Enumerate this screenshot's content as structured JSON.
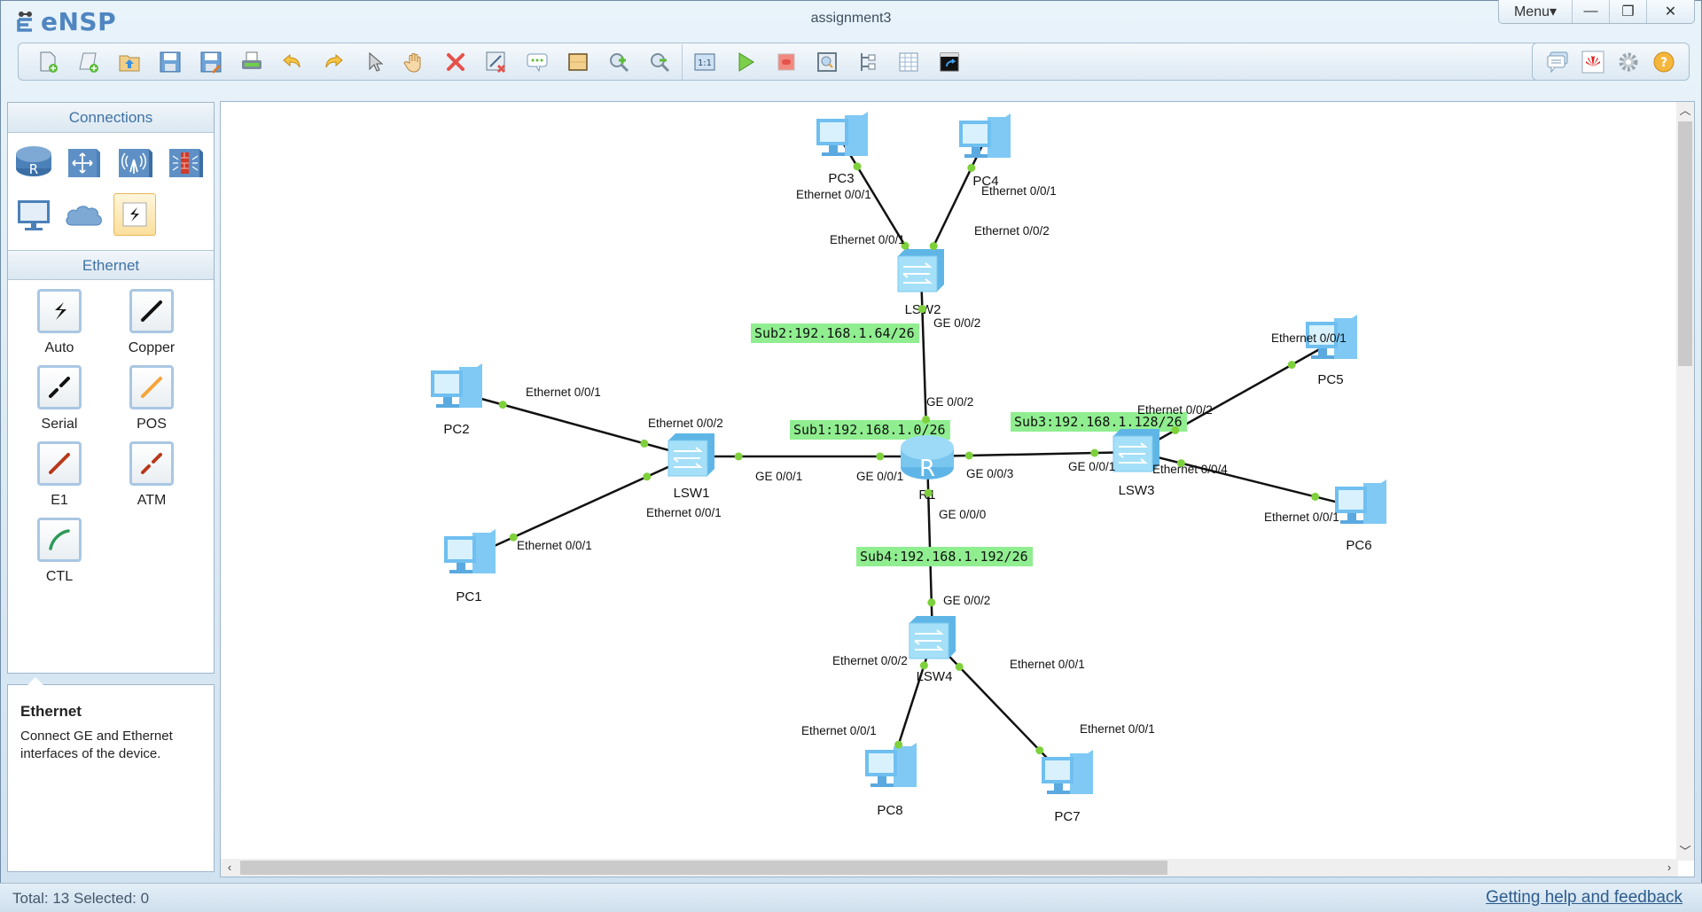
{
  "app": {
    "logo_text": "eNSP",
    "title": "assignment3",
    "window_controls": {
      "menu_label": "Menu▾",
      "minimize": "—",
      "restore": "❐",
      "close": "✕"
    }
  },
  "toolbar": {
    "buttons": [
      {
        "name": "new-topology",
        "icon": "new-topology-icon"
      },
      {
        "name": "new-example",
        "icon": "new-example-icon"
      },
      {
        "name": "open",
        "icon": "open-folder-icon"
      },
      {
        "name": "save",
        "icon": "save-icon"
      },
      {
        "name": "save-as",
        "icon": "save-as-icon"
      },
      {
        "name": "print",
        "icon": "print-icon"
      },
      {
        "name": "undo",
        "icon": "undo-icon"
      },
      {
        "name": "redo",
        "icon": "redo-icon"
      },
      {
        "name": "select",
        "icon": "pointer-icon"
      },
      {
        "name": "drag",
        "icon": "hand-icon"
      },
      {
        "name": "delete",
        "icon": "delete-icon"
      },
      {
        "name": "delete-all-links",
        "icon": "delete-link-icon"
      },
      {
        "name": "text",
        "icon": "text-comment-icon"
      },
      {
        "name": "palette",
        "icon": "palette-icon"
      },
      {
        "name": "zoom-in",
        "icon": "zoom-in-icon"
      },
      {
        "name": "zoom-out",
        "icon": "zoom-out-icon"
      },
      {
        "name": "actual-size",
        "icon": "actual-size-icon"
      },
      {
        "name": "start-device",
        "icon": "play-icon"
      },
      {
        "name": "stop-device",
        "icon": "stop-icon"
      },
      {
        "name": "capture",
        "icon": "capture-icon"
      },
      {
        "name": "topology",
        "icon": "topology-icon"
      },
      {
        "name": "grid",
        "icon": "grid-icon"
      },
      {
        "name": "command-line",
        "icon": "cli-icon"
      }
    ],
    "right_buttons": [
      {
        "name": "feedback",
        "icon": "chat-icon"
      },
      {
        "name": "huawei",
        "icon": "huawei-logo-icon"
      },
      {
        "name": "settings",
        "icon": "gear-icon"
      },
      {
        "name": "help",
        "icon": "help-icon"
      }
    ]
  },
  "sidebar": {
    "devices_header": "Connections",
    "device_types": [
      {
        "name": "router",
        "icon": "router-icon"
      },
      {
        "name": "switch",
        "icon": "switch-icon"
      },
      {
        "name": "wlan",
        "icon": "wireless-icon"
      },
      {
        "name": "firewall",
        "icon": "firewall-icon"
      },
      {
        "name": "end-device",
        "icon": "pc-icon"
      },
      {
        "name": "cloud",
        "icon": "cloud-icon"
      },
      {
        "name": "connections",
        "icon": "connection-icon",
        "selected": true
      }
    ],
    "cables_header": "Ethernet",
    "cables": [
      {
        "label": "Auto",
        "color": "#111111",
        "style": "auto"
      },
      {
        "label": "Copper",
        "color": "#111111",
        "style": "solid"
      },
      {
        "label": "Serial",
        "color": "#111111",
        "style": "dashed"
      },
      {
        "label": "POS",
        "color": "#f7a43a",
        "style": "solid"
      },
      {
        "label": "E1",
        "color": "#b8391a",
        "style": "solid"
      },
      {
        "label": "ATM",
        "color": "#b8391a",
        "style": "dashed"
      },
      {
        "label": "CTL",
        "color": "#2e9a5a",
        "style": "curve"
      }
    ]
  },
  "info_panel": {
    "title": "Ethernet",
    "description": "Connect GE and Ethernet interfaces of the device."
  },
  "topology": {
    "devices": [
      {
        "id": "R1",
        "label": "R1",
        "type": "router"
      },
      {
        "id": "LSW1",
        "label": "LSW1",
        "type": "switch"
      },
      {
        "id": "LSW2",
        "label": "LSW2",
        "type": "switch"
      },
      {
        "id": "LSW3",
        "label": "LSW3",
        "type": "switch"
      },
      {
        "id": "LSW4",
        "label": "LSW4",
        "type": "switch"
      },
      {
        "id": "PC1",
        "label": "PC1",
        "type": "pc"
      },
      {
        "id": "PC2",
        "label": "PC2",
        "type": "pc"
      },
      {
        "id": "PC3",
        "label": "PC3",
        "type": "pc"
      },
      {
        "id": "PC4",
        "label": "PC4",
        "type": "pc"
      },
      {
        "id": "PC5",
        "label": "PC5",
        "type": "pc"
      },
      {
        "id": "PC6",
        "label": "PC6",
        "type": "pc"
      },
      {
        "id": "PC7",
        "label": "PC7",
        "type": "pc"
      },
      {
        "id": "PC8",
        "label": "PC8",
        "type": "pc"
      }
    ],
    "links": [
      {
        "a": "R1",
        "a_port": "GE 0/0/1",
        "b": "LSW1",
        "b_port": "GE 0/0/1"
      },
      {
        "a": "R1",
        "a_port": "GE 0/0/2",
        "b": "LSW2",
        "b_port": "GE 0/0/2"
      },
      {
        "a": "R1",
        "a_port": "GE 0/0/3",
        "b": "LSW3",
        "b_port": "GE 0/0/1"
      },
      {
        "a": "R1",
        "a_port": "GE 0/0/0",
        "b": "LSW4",
        "b_port": "GE 0/0/2"
      },
      {
        "a": "LSW1",
        "a_port": "Ethernet 0/0/2",
        "b": "PC2",
        "b_port": "Ethernet 0/0/1"
      },
      {
        "a": "LSW1",
        "a_port": "Ethernet 0/0/1",
        "b": "PC1",
        "b_port": "Ethernet 0/0/1"
      },
      {
        "a": "LSW2",
        "a_port": "Ethernet 0/0/1",
        "b": "PC3",
        "b_port": "Ethernet 0/0/1"
      },
      {
        "a": "LSW2",
        "a_port": "Ethernet 0/0/2",
        "b": "PC4",
        "b_port": "Ethernet 0/0/1"
      },
      {
        "a": "LSW3",
        "a_port": "Ethernet 0/0/2",
        "b": "PC5",
        "b_port": "Ethernet 0/0/1"
      },
      {
        "a": "LSW3",
        "a_port": "Ethernet 0/0/4",
        "b": "PC6",
        "b_port": "Ethernet 0/0/1"
      },
      {
        "a": "LSW4",
        "a_port": "Ethernet 0/0/2",
        "b": "PC8",
        "b_port": "Ethernet 0/0/1"
      },
      {
        "a": "LSW4",
        "a_port": "Ethernet 0/0/1",
        "b": "PC7",
        "b_port": "Ethernet 0/0/1"
      }
    ],
    "subnet_labels": [
      {
        "id": "sub1",
        "text": "Sub1:192.168.1.0/26"
      },
      {
        "id": "sub2",
        "text": "Sub2:192.168.1.64/26"
      },
      {
        "id": "sub3",
        "text": "Sub3:192.168.1.128/26"
      },
      {
        "id": "sub4",
        "text": "Sub4:192.168.1.192/26"
      }
    ],
    "colors": {
      "link": "#111111",
      "port_dot": "#7ed13b",
      "subnet_bg": "#90ee90",
      "device_blue": "#7fd3f7"
    }
  },
  "status": {
    "summary": "Total: 13  Selected: 0",
    "help_link": "Getting help and feedback"
  }
}
